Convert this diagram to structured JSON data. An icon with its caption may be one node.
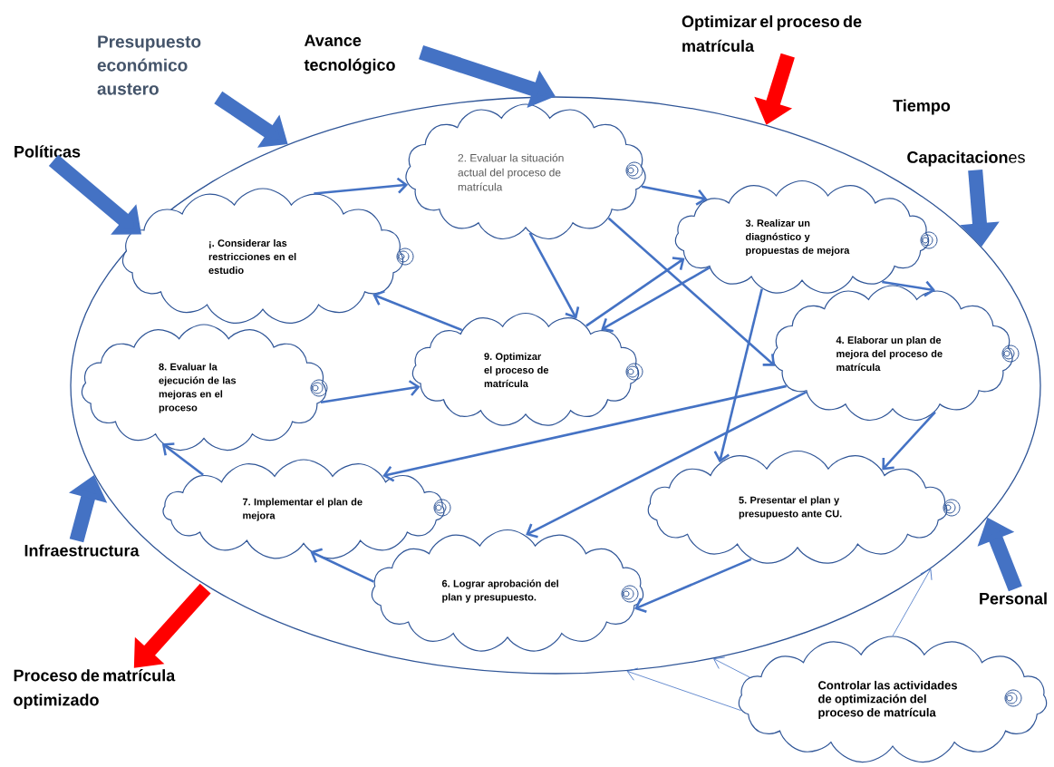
{
  "diagram": {
    "nodes": [
      {
        "text": [],
        "shape": "ellipse"
      },
      {
        "text": [
          "¡. Considerar las restricciones en el estudio"
        ],
        "in": 0
      },
      {
        "text": [
          "2. Evaluar la situación actual del proceso de matrícula"
        ],
        "in": 0
      },
      {
        "text": [
          "3. Realizar un diagnóstico y propuestas de mejora"
        ],
        "in": 0
      },
      {
        "text": [
          "4. Elaborar un plan de mejora del proceso de matrícula"
        ],
        "in": 0
      },
      {
        "text": [
          "5. Presentar el plan y presupuesto ante CU."
        ],
        "in": 0
      },
      {
        "text": [
          "6. Lograr aprobación del plan y presupuesto."
        ],
        "in": 0
      },
      {
        "text": [
          "7. Implementar el plan de mejora"
        ],
        "in": 0
      },
      {
        "text": [
          "8. Evaluar la ejecución de las mejoras en el proceso"
        ],
        "in": 0
      },
      {
        "text": [
          "9. Optimizar el proceso de matrícula"
        ],
        "in": 0
      },
      {
        "text": [
          "Controlar las actividades de optimización del proceso de matrícula"
        ]
      },
      {
        "text": [
          "Presupuesto económico austero"
        ]
      },
      {
        "text": [
          "Avance tecnológico"
        ]
      },
      {
        "text": [
          "Optimizar el proceso de matrícula"
        ]
      },
      {
        "text": [
          "**Capacitacion**es"
        ]
      },
      {
        "text": [
          "Políticas"
        ]
      },
      {
        "text": [
          "Infraestructura"
        ]
      },
      {
        "text": [
          "Proceso de matrícula optimizado"
        ]
      },
      {
        "text": [
          "Personal"
        ]
      }
    ],
    "edges": [
      {
        "from": 15,
        "to": 0,
        "arrow": "to",
        "style": "thick"
      },
      {
        "from": 11,
        "to": 0,
        "arrow": "to",
        "style": "thick"
      },
      {
        "from": 12,
        "to": 0,
        "arrow": "to",
        "style": "thick"
      },
      {
        "from": 13,
        "to": 0,
        "arrow": "to",
        "style": "thick",
        "color": "#ff0000"
      },
      {
        "from": 14,
        "to": 0,
        "arrow": "to",
        "style": "thick"
      },
      {
        "from": 18,
        "to": 0,
        "arrow": "to",
        "style": "thick"
      },
      {
        "from": 16,
        "to": 0,
        "arrow": "to",
        "style": "thick"
      },
      {
        "from": 0,
        "to": 17,
        "arrow": "to",
        "style": "thick",
        "color": "#ff0000"
      },
      {
        "from": 1,
        "to": 2,
        "arrow": "to"
      },
      {
        "from": 2,
        "to": 3,
        "arrow": "to"
      },
      {
        "from": 2,
        "to": 4,
        "arrow": "to"
      },
      {
        "from": 2,
        "to": 9,
        "arrow": "to"
      },
      {
        "from": 9,
        "to": 1,
        "arrow": "to"
      },
      {
        "from": 9,
        "to": 3,
        "arrow": "to"
      },
      {
        "from": 3,
        "to": 9,
        "arrow": "to"
      },
      {
        "from": 3,
        "to": 4,
        "arrow": "to"
      },
      {
        "from": 3,
        "to": 5,
        "arrow": "to"
      },
      {
        "from": 4,
        "to": 7,
        "arrow": "to"
      },
      {
        "from": 4,
        "to": 6,
        "arrow": "to"
      },
      {
        "from": 4,
        "to": 5,
        "arrow": "to"
      },
      {
        "from": 8,
        "to": 9,
        "arrow": "to"
      },
      {
        "from": 7,
        "to": 8,
        "arrow": "to"
      },
      {
        "from": 6,
        "to": 7,
        "arrow": "to"
      },
      {
        "from": 5,
        "to": 6,
        "arrow": "to"
      },
      {
        "from": 10,
        "to": 0,
        "arrow": "to"
      },
      {
        "from": 10,
        "to": 0,
        "arrow": "to"
      },
      {
        "from": 10,
        "to": 0,
        "arrow": "to"
      }
    ],
    "labels": [
      "Tiempo"
    ]
  }
}
